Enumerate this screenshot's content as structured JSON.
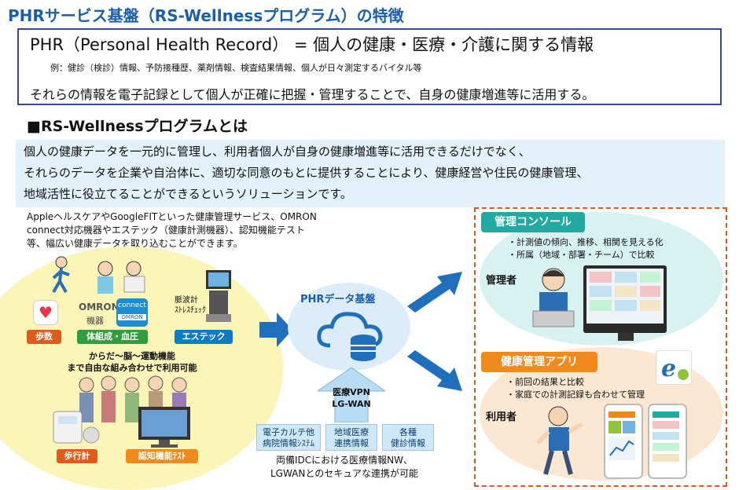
{
  "title": "PHRサービス基盤（RS-Wellnessプログラム）の特徴",
  "definition": {
    "main": "PHR（Personal Health Record） = 個人の健康・医療・介護に関する情報",
    "example": "例：健診（検診）情報、予防接種歴、薬剤情報、検査結果情報、個人が日々測定するバイタル等",
    "desc": "それらの情報を電子記録として個人が正確に把握・管理することで、自身の健康増進等に活用する。"
  },
  "section_heading": "■RS-Wellnessプログラムとは",
  "intro": [
    "個人の健康データを一元的に管理し、利用者個人が自身の健康増進等に活用できるだけでなく、",
    "それらのデータを企業や自治体に、適切な同意のもとに提供することにより、健康経営や住民の健康管理、",
    "地域活性に役立てることができるというソリューションです。"
  ],
  "devices_text": [
    "AppleヘルスケアやGoogleFITといった健康管理サービス、OMRON",
    "connect対応機器やエステック（健康計測機器）、認知機能テスト",
    "等、幅広い健康データを取り込むことができます。"
  ],
  "left": {
    "omron": "OMRON",
    "kiki": "機器",
    "connect": "connect",
    "omron_small": "OMRON",
    "pulse1": "脈波計",
    "pulse2": "ｽﾄﾚｽﾁｪｯｸ",
    "label_steps": "歩数",
    "label_body": "体組成・血圧",
    "label_estec": "エステック",
    "combo1": "からだ～脳～運動機能",
    "combo2": "まで自由な組み合わせで利用可能",
    "label_pedometer": "歩行計",
    "label_cognitive": "認知機能ﾃｽﾄ"
  },
  "center": {
    "platform": "PHRデータ基盤",
    "vpn1": "医療VPN",
    "vpn2": "LG-WAN",
    "info1": [
      "電子カルテ他",
      "病院情報ｼｽﾃﾑ"
    ],
    "info2": [
      "地域医療",
      "連携情報"
    ],
    "info3": [
      "各種",
      "健診情報"
    ],
    "bottom1": "両備IDCにおける医療情報NW、",
    "bottom2": "LGWANとのセキュアな連携が可能"
  },
  "right": {
    "console_title": "管理コンソール",
    "console_bullets": [
      "・計測値の傾向、推移、相関を見える化",
      "・所属（地域・部署・チーム）で比較"
    ],
    "manager": "管理者",
    "app_title": "健康管理アプリ",
    "app_bullets": [
      "・前回の結果と比較",
      "・家庭での計測記録も合わせて管理"
    ],
    "user": "利用者"
  },
  "colors": {
    "title": "#1b5fab",
    "accent": "#e2581b",
    "teal": "#22a9a2",
    "orange": "#f08a1c",
    "arrow": "#1f6fbd"
  }
}
